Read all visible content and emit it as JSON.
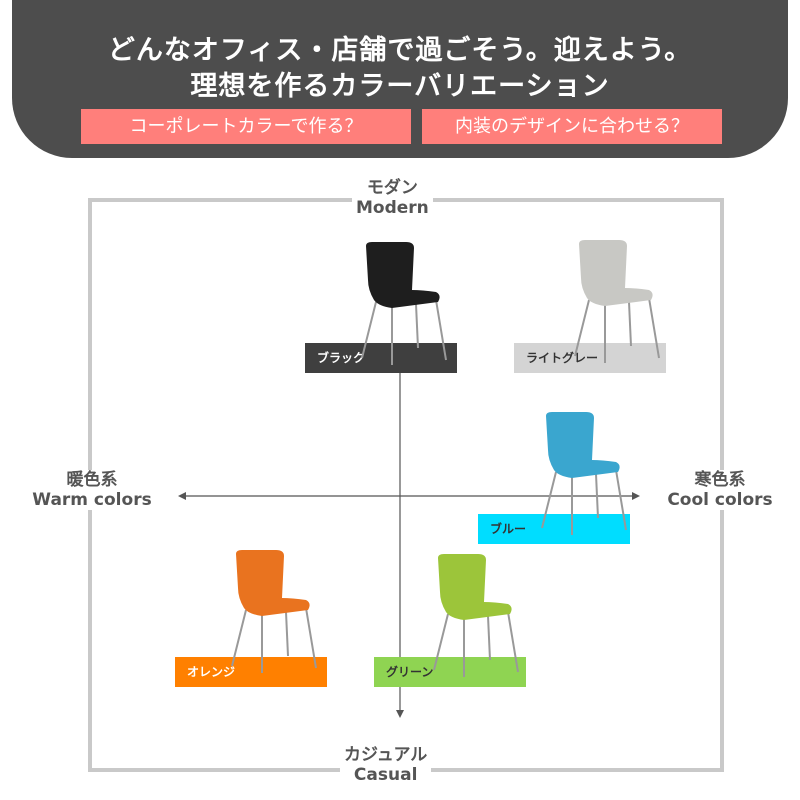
{
  "header": {
    "line1": "どんなオフィス・店舗で過ごそう。迎えよう。",
    "line2": "理想を作るカラーバリエーション",
    "buttons": [
      "コーポレートカラーで作る？",
      "内装のデザインに合わせる？"
    ]
  },
  "axes": {
    "top": {
      "ja": "モダン",
      "en": "Modern"
    },
    "bottom": {
      "ja": "カジュアル",
      "en": "Casual"
    },
    "left": {
      "ja": "暖色系",
      "en": "Warm colors"
    },
    "right": {
      "ja": "寒色系",
      "en": "Cool colors"
    }
  },
  "chairs": [
    {
      "label": "ブラック",
      "color": "#1e1e1e",
      "tag_bg": "#3f3f3f",
      "tag_fg": "#ffffff"
    },
    {
      "label": "ライトグレー",
      "color": "#c8c8c4",
      "tag_bg": "#d4d4d4",
      "tag_fg": "#333333"
    },
    {
      "label": "ブルー",
      "color": "#3aa6cf",
      "tag_bg": "#00ddff",
      "tag_fg": "#333333"
    },
    {
      "label": "オレンジ",
      "color": "#e9731f",
      "tag_bg": "#ff8000",
      "tag_fg": "#ffffff"
    },
    {
      "label": "グリーン",
      "color": "#9cc53a",
      "tag_bg": "#8fd452",
      "tag_fg": "#333333"
    }
  ]
}
